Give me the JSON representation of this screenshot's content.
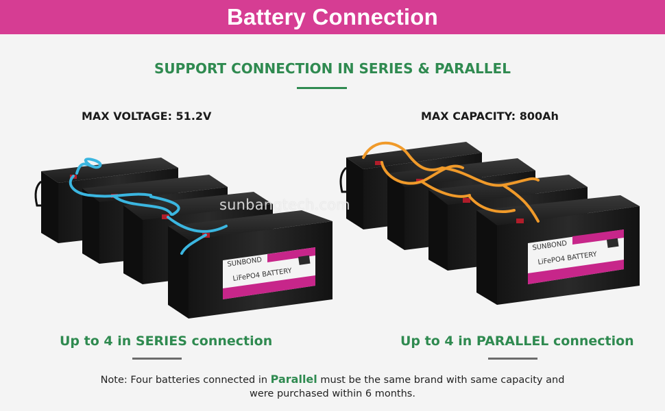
{
  "header": {
    "title": "Battery Connection"
  },
  "subtitle": "SUPPORT CONNECTION IN SERIES & PARALLEL",
  "series": {
    "label": "MAX VOLTAGE: 51.2V",
    "caption": "Up to 4 in SERIES connection",
    "cable_color": "#3bb6e0"
  },
  "parallel": {
    "label": "MAX CAPACITY:  800Ah",
    "caption": "Up to 4 in PARALLEL connection",
    "cable_color": "#f09a2a"
  },
  "battery": {
    "brand": "SUNBOND",
    "model": "LiFePO4 BATTERY",
    "accent_color": "#c7268a"
  },
  "watermark": "sunbangtech.com",
  "note": {
    "before": "Note: Four batteries connected in ",
    "highlight": "Parallel",
    "after": " must be the same brand with same capacity and",
    "line2": "were purchased within 6 months."
  },
  "colors": {
    "brand_pink": "#d63d93",
    "green": "#2f8a50"
  }
}
